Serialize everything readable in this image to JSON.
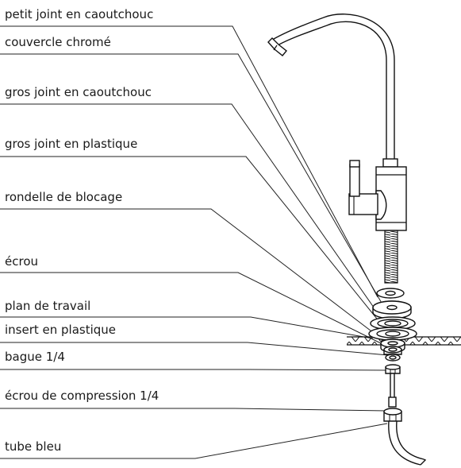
{
  "labels": {
    "petit_joint": "petit joint en caoutchouc",
    "couvercle": "couvercle chromé",
    "gros_joint_caoutchouc": "gros joint en caoutchouc",
    "gros_joint_plastique": "gros joint en plastique",
    "rondelle": "rondelle de blocage",
    "ecrou": "écrou",
    "plan_travail": "plan de travail",
    "insert": "insert en plastique",
    "bague": "bague 1/4",
    "ecrou_compression": "écrou de compression 1/4",
    "tube": "tube bleu"
  }
}
